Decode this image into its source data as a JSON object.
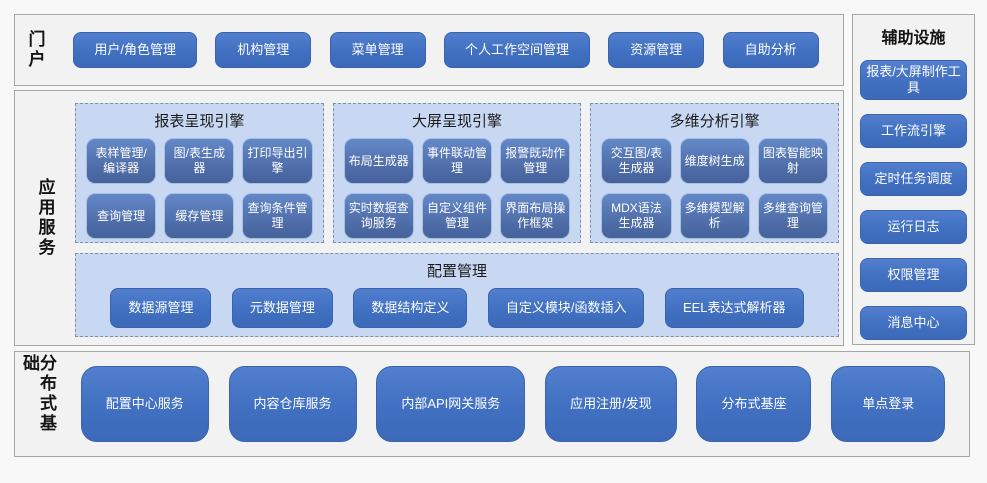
{
  "colors": {
    "accent_blue": "#4170c2",
    "node_blue_dark": "#4d6ba6",
    "panel_light_blue": "#c8d8f3",
    "panel_gray": "#f2f2f2",
    "border_gray": "#a6a6a6",
    "dashed_border": "#7e90ae",
    "text_on_blue": "#ffffff"
  },
  "portal": {
    "label": "门户",
    "items": [
      "用户/角色管理",
      "机构管理",
      "菜单管理",
      "个人工作空间管理",
      "资源管理",
      "自助分析"
    ]
  },
  "app_services": {
    "label": "应用服务",
    "engines": [
      {
        "title": "报表呈现引擎",
        "items": [
          "表样管理/编译器",
          "图/表生成器",
          "打印导出引擎",
          "查询管理",
          "缓存管理",
          "查询条件管理"
        ]
      },
      {
        "title": "大屏呈现引擎",
        "items": [
          "布局生成器",
          "事件联动管理",
          "报警既动作管理",
          "实时数据查询服务",
          "自定义组件管理",
          "界面布局操作框架"
        ]
      },
      {
        "title": "多维分析引擎",
        "items": [
          "交互图/表生成器",
          "维度树生成",
          "图表智能映射",
          "MDX语法生成器",
          "多维模型解析",
          "多维查询管理"
        ]
      }
    ],
    "config": {
      "title": "配置管理",
      "items": [
        "数据源管理",
        "元数据管理",
        "数据结构定义",
        "自定义模块/函数插入",
        "EEL表达式解析器"
      ]
    }
  },
  "auxiliary": {
    "title": "辅助设施",
    "items": [
      "报表/大屏制作工具",
      "工作流引擎",
      "定时任务调度",
      "运行日志",
      "权限管理",
      "消息中心"
    ]
  },
  "foundation": {
    "label": "分布式基础",
    "items": [
      "配置中心服务",
      "内容仓库服务",
      "内部API网关服务",
      "应用注册/发现",
      "分布式基座",
      "单点登录"
    ]
  }
}
